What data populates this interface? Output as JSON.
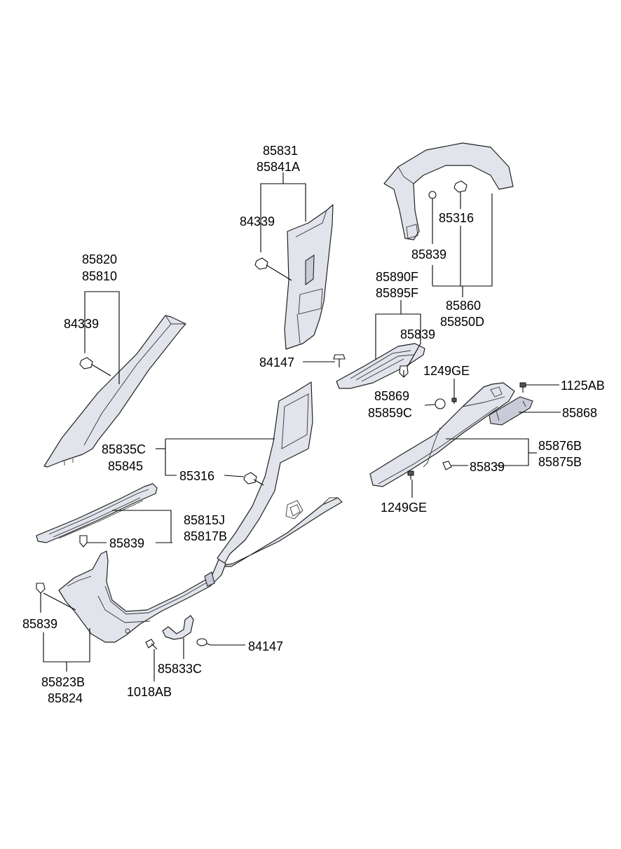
{
  "labels": {
    "a_pillar_upper": "85820",
    "a_pillar_lower": "85810",
    "a_pillar_clip": "84339",
    "b_pillar_upper": "85831",
    "b_pillar_lower": "85841A",
    "b_pillar_clip": "84339",
    "b_pillar_screw": "84147",
    "c_pillar_clip": "85316",
    "c_pillar_fastener": "85839",
    "c_pillar_upper": "85860",
    "c_pillar_lower": "85850D",
    "rear_scuff_upper": "85890F",
    "rear_scuff_lower": "85895F",
    "rear_scuff_fastener": "85839",
    "center_pillar_upper": "85835C",
    "center_pillar_lower": "85845",
    "center_pillar_clip": "85316",
    "front_scuff_upper": "85815J",
    "front_scuff_lower": "85817B",
    "front_scuff_fastener": "85839",
    "cowl_fastener": "85839",
    "cowl_upper": "85823B",
    "cowl_lower": "85824",
    "bracket": "85833C",
    "bolt_1018": "1018AB",
    "lower_screw": "84147",
    "rear_screw_upper": "1249GE",
    "cap_upper": "85869",
    "cap_lower": "85859C",
    "bolt_1125": "1125AB",
    "rear_bracket": "85868",
    "rear_trim_upper": "85876B",
    "rear_trim_lower": "85875B",
    "rear_trim_fastener": "85839",
    "rear_screw_lower": "1249GE"
  }
}
